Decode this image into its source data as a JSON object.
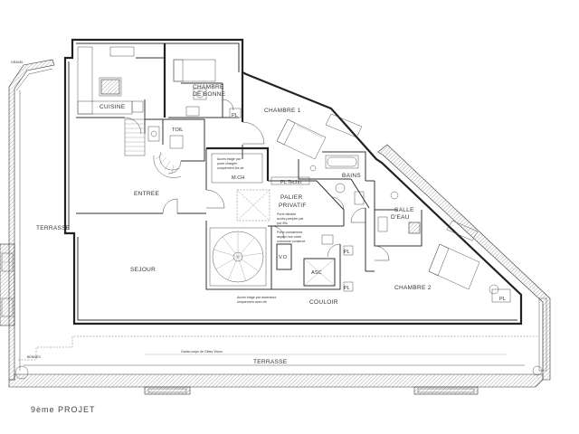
{
  "plan": {
    "caption": "9ème PROJET",
    "rooms": {
      "cuisine": "CUISINE",
      "chambre_bonne_1": "CHAMBRE",
      "chambre_bonne_2": "DE BONNE",
      "chambre1": "CHAMBRE 1",
      "bains": "BAINS",
      "salle_eau_1": "SALLE",
      "salle_eau_2": "D'EAU",
      "chambre2": "CHAMBRE 2",
      "entree": "ENTREE",
      "sejour": "SEJOUR",
      "terrasse_left": "TERRASSE",
      "terrasse_bottom": "TERRASSE",
      "couloir": "COULOIR",
      "palier_1": "PALIER",
      "palier_2": "PRIVATIF",
      "toil": "TOIL",
      "asc": "ASC",
      "vo": "V.O",
      "mch": "M.CH",
      "pl_techn": "PL Techn",
      "pl_1": "PL",
      "pl_2": "PL",
      "pl_3": "PL",
      "pl_4": "PL",
      "gravel": "GRAVEL",
      "bennes": "BENNES"
    },
    "notes": {
      "mch_note_1": "Accès étage par",
      "mch_note_2": "porte chargée",
      "mch_note_3": "uniquement les dé",
      "porte_1": "Porte blindée",
      "porte_2": "accès pompier par",
      "porte_3": "pot 39s",
      "porte_b1": "Porte condamnée",
      "porte_b2": "aspect mur ordre",
      "porte_b3": "commune conservé",
      "bottom_1": "Accès étage par ascenseur",
      "bottom_2": "uniquement avec clé",
      "gardecorps": "Garde-corps de Glass Vision"
    }
  }
}
